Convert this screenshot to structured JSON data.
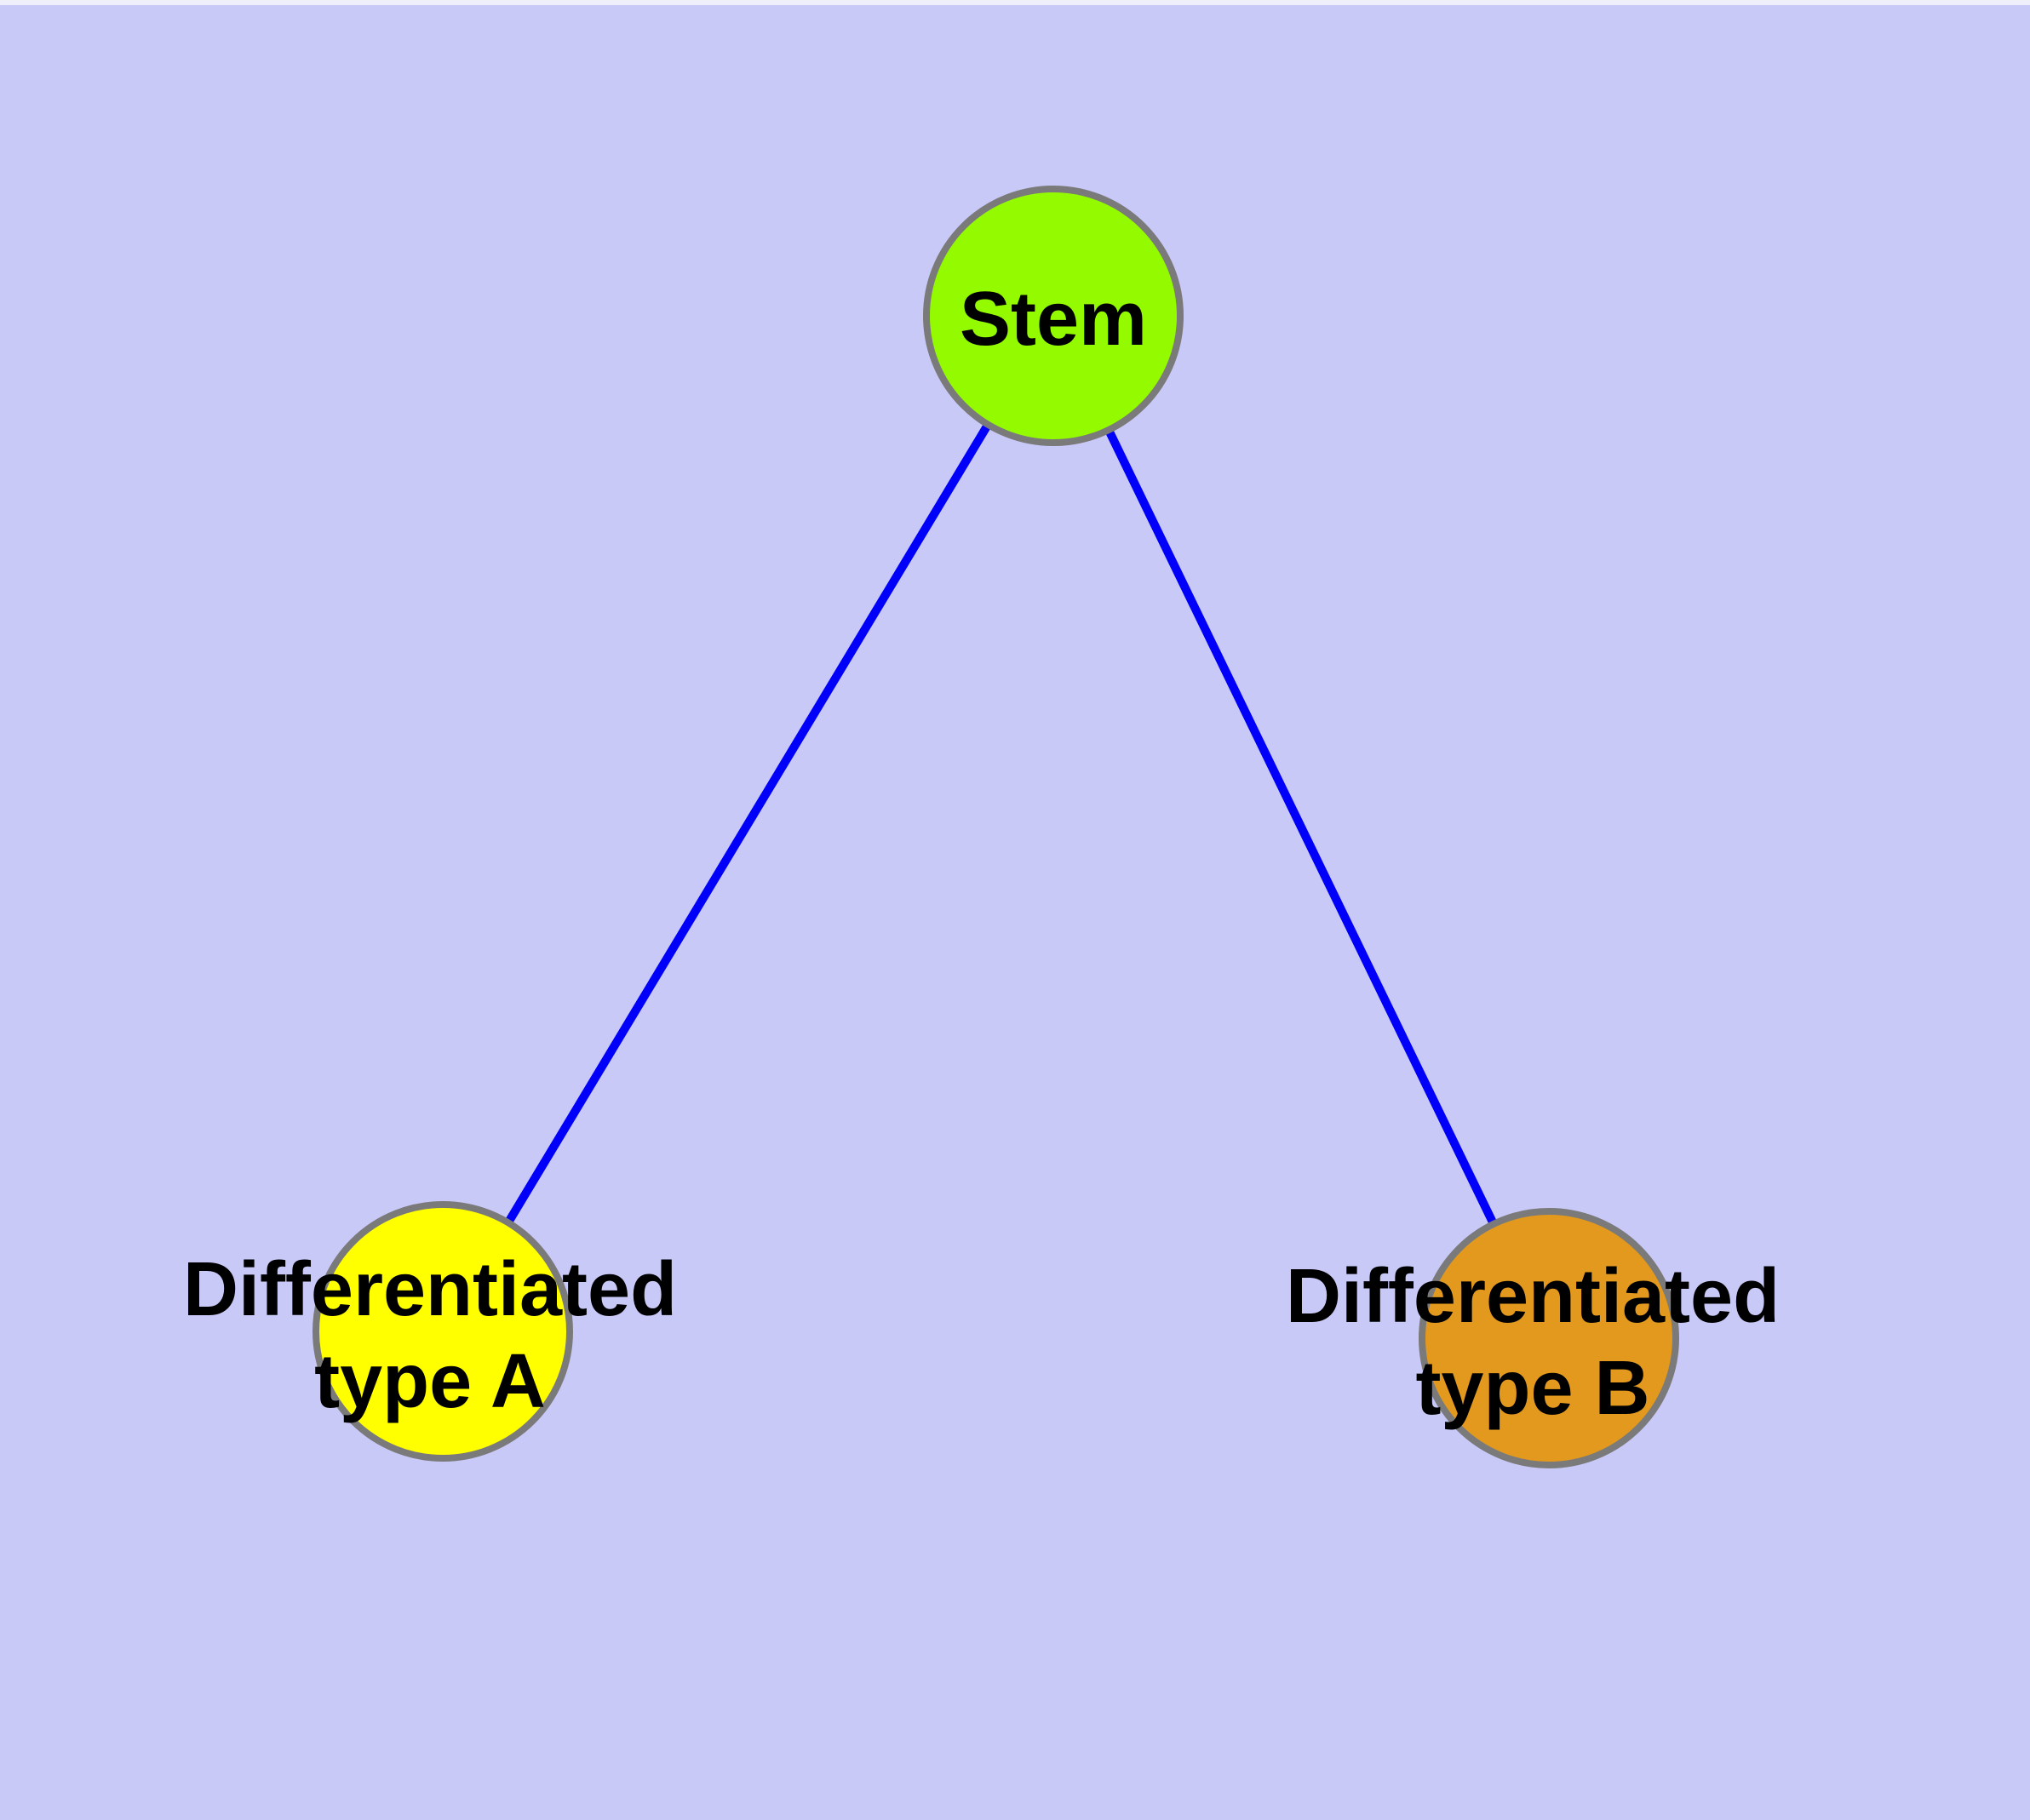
{
  "diagram": {
    "type": "graph",
    "background_color": "#C9C9F8",
    "top_margin_color": "#EFEFFC",
    "edge_color": "#0000FA",
    "node_border_color": "#7A7A7A",
    "nodes": [
      {
        "id": "stem",
        "label": "Stem",
        "fill_color": "#94FA00"
      },
      {
        "id": "differentiated-type-a",
        "label_line1": "Differentiated",
        "label_line2": "type A",
        "fill_color": "#FFFF00"
      },
      {
        "id": "differentiated-type-b",
        "label_line1": "Differentiated",
        "label_line2": "type B",
        "fill_color": "#E2991D"
      }
    ],
    "edges": [
      {
        "from": "stem",
        "to": "differentiated-type-a"
      },
      {
        "from": "stem",
        "to": "differentiated-type-b"
      }
    ]
  }
}
